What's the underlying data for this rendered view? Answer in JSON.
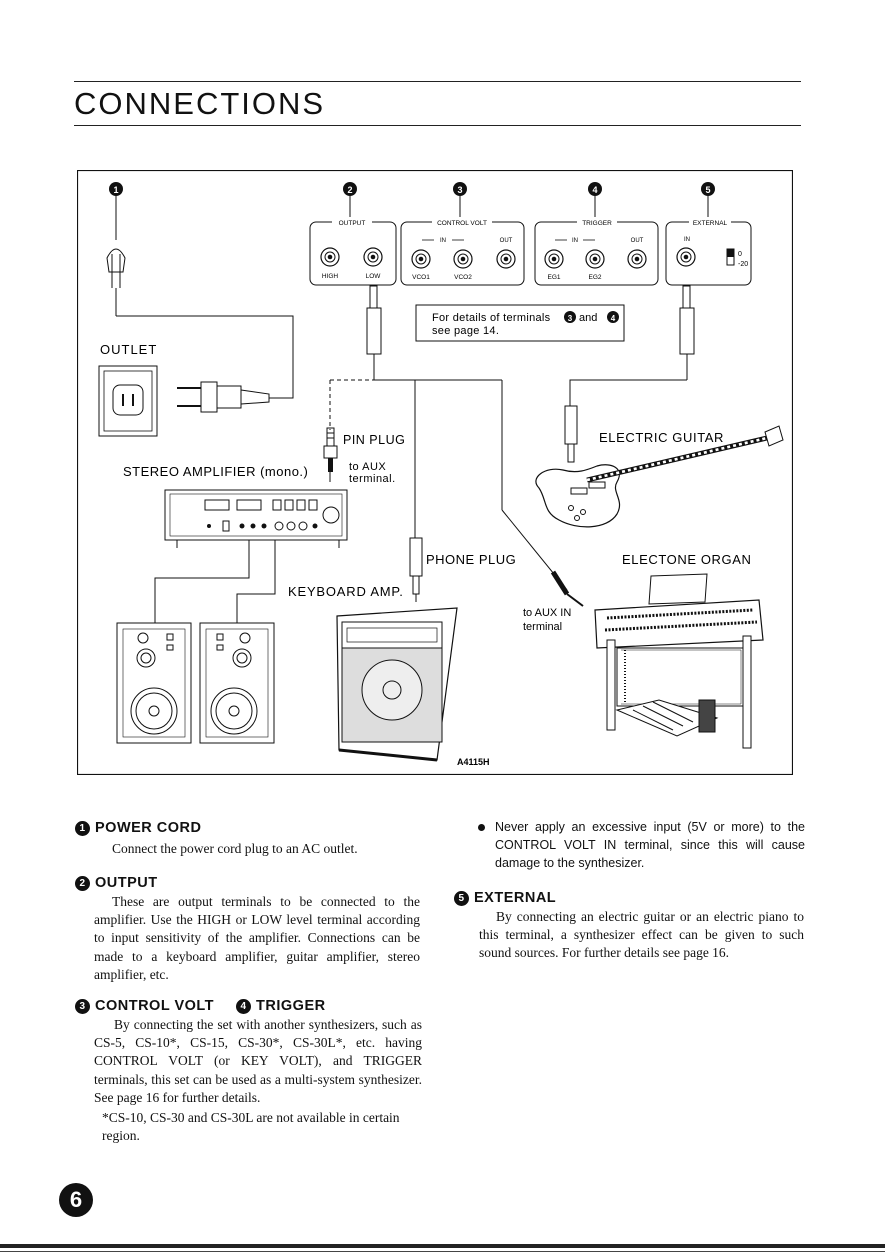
{
  "page": {
    "title": "CONNECTIONS",
    "page_number": "6"
  },
  "diagram": {
    "callouts": [
      "1",
      "2",
      "3",
      "4",
      "5"
    ],
    "groups": {
      "output": "OUTPUT",
      "control_volt": "CONTROL VOLT",
      "trigger": "TRIGGER",
      "external": "EXTERNAL"
    },
    "jack_labels": {
      "high": "HIGH",
      "low": "LOW",
      "vco1": "VCO1",
      "vco2": "VCO2",
      "eg1": "EG1",
      "eg2": "EG2",
      "in": "IN",
      "out": "OUT",
      "level_0": "0",
      "level_20": "-20"
    },
    "note_line1_a": "For details of terminals",
    "note_num3": "3",
    "note_and": "and",
    "note_num4": "4",
    "note_line2": "see page 14.",
    "outlet": "OUTLET",
    "pin_plug": "PIN PLUG",
    "stereo_amp": "STEREO AMPLIFIER (mono.)",
    "to_aux_1": "to AUX",
    "to_aux_2": "terminal.",
    "electric_guitar": "ELECTRIC GUITAR",
    "phone_plug": "PHONE PLUG",
    "electone_organ": "ELECTONE ORGAN",
    "keyboard_amp": "KEYBOARD AMP.",
    "to_aux_in_1": "to AUX IN",
    "to_aux_in_2": "terminal",
    "figure_code": "A4115H"
  },
  "sections": {
    "power_cord": {
      "num": "1",
      "heading": "POWER CORD",
      "body": "Connect the power cord plug to an AC outlet."
    },
    "output": {
      "num": "2",
      "heading": "OUTPUT",
      "body": "These are output terminals to be connected to the amplifier. Use the HIGH or LOW level terminal according to input sensitivity of the amplifier. Connections can be made to a keyboard amplifier, guitar amplifier, stereo amplifier, etc."
    },
    "control_trigger": {
      "num1": "3",
      "heading1": "CONTROL VOLT",
      "num2": "4",
      "heading2": "TRIGGER",
      "body": "By connecting the set with another synthesizers, such as CS-5, CS-10*, CS-15, CS-30*, CS-30L*, etc. having CONTROL VOLT (or KEY VOLT), and TRIGGER terminals, this set can be used as a multi-system synthesizer. See page 16 for further details.",
      "footnote": "*CS-10, CS-30 and CS-30L are not available in certain region."
    },
    "warning": {
      "text": "Never apply an excessive input (5V or more) to the CONTROL VOLT IN terminal, since this will cause damage to the synthesizer."
    },
    "external": {
      "num": "5",
      "heading": "EXTERNAL",
      "body": "By connecting an electric guitar or an electric piano to this terminal, a synthesizer effect can be given to such sound sources. For further details see page 16."
    }
  }
}
